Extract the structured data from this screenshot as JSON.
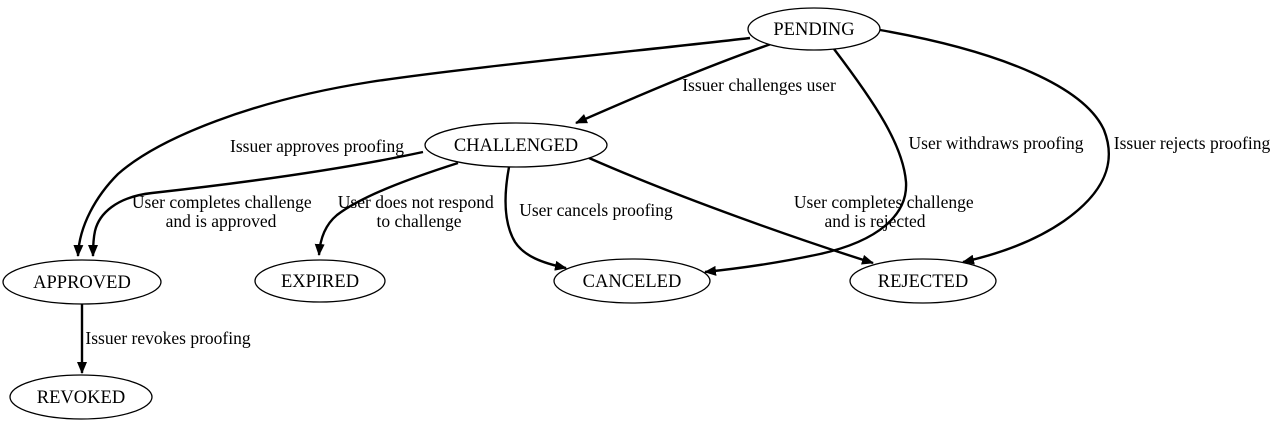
{
  "diagram": {
    "type": "state-machine",
    "background_color": "#ffffff",
    "line_color": "#000000",
    "text_color": "#000000",
    "nodes": {
      "pending": {
        "label": "PENDING"
      },
      "challenged": {
        "label": "CHALLENGED"
      },
      "approved": {
        "label": "APPROVED"
      },
      "expired": {
        "label": "EXPIRED"
      },
      "canceled": {
        "label": "CANCELED"
      },
      "rejected": {
        "label": "REJECTED"
      },
      "revoked": {
        "label": "REVOKED"
      }
    },
    "edges": {
      "pending_to_challenged": {
        "from": "PENDING",
        "to": "CHALLENGED",
        "label": "Issuer challenges user"
      },
      "pending_to_approved": {
        "from": "PENDING",
        "to": "APPROVED",
        "label": "Issuer approves proofing"
      },
      "pending_to_canceled": {
        "from": "PENDING",
        "to": "CANCELED",
        "label": "User withdraws proofing"
      },
      "pending_to_rejected": {
        "from": "PENDING",
        "to": "REJECTED",
        "label": "Issuer rejects proofing"
      },
      "challenged_to_approved": {
        "from": "CHALLENGED",
        "to": "APPROVED",
        "label_lines": [
          "User completes challenge",
          "and is approved"
        ]
      },
      "challenged_to_expired": {
        "from": "CHALLENGED",
        "to": "EXPIRED",
        "label_lines": [
          "User does not respond",
          "to challenge"
        ]
      },
      "challenged_to_canceled": {
        "from": "CHALLENGED",
        "to": "CANCELED",
        "label": "User cancels proofing"
      },
      "challenged_to_rejected": {
        "from": "CHALLENGED",
        "to": "REJECTED",
        "label_lines": [
          "User completes challenge",
          "and is rejected"
        ]
      },
      "approved_to_revoked": {
        "from": "APPROVED",
        "to": "REVOKED",
        "label": "Issuer revokes proofing"
      }
    }
  }
}
